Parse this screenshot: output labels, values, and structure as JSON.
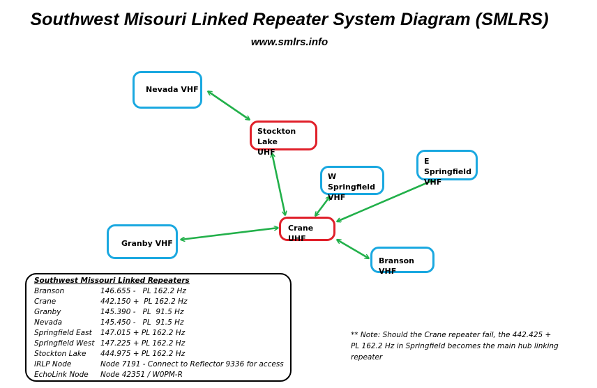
{
  "header": {
    "title": "Southwest Misouri Linked Repeater System Diagram (SMLRS)",
    "website": "www.smlrs.info"
  },
  "colors": {
    "vhf_border": "#1aa8e0",
    "uhf_border": "#e0202a",
    "link_line": "#22b04a"
  },
  "diagram": {
    "nodes": [
      {
        "id": "nevada",
        "label": "Nevada VHF",
        "band": "VHF"
      },
      {
        "id": "stockton",
        "label": "Stockton Lake\nUHF",
        "band": "UHF"
      },
      {
        "id": "wspring",
        "label": "W Springfield\nVHF",
        "band": "VHF"
      },
      {
        "id": "espring",
        "label": "E Springfield\nVHF",
        "band": "VHF"
      },
      {
        "id": "crane",
        "label": "Crane UHF",
        "band": "UHF"
      },
      {
        "id": "granby",
        "label": "Granby VHF",
        "band": "VHF"
      },
      {
        "id": "branson",
        "label": "Branson VHF",
        "band": "VHF"
      }
    ],
    "links": [
      {
        "from": "nevada",
        "to": "stockton"
      },
      {
        "from": "stockton",
        "to": "crane"
      },
      {
        "from": "wspring",
        "to": "crane"
      },
      {
        "from": "espring",
        "to": "crane"
      },
      {
        "from": "granby",
        "to": "crane"
      },
      {
        "from": "branson",
        "to": "crane"
      }
    ]
  },
  "repeater_table": {
    "title": "Southwest Missouri Linked Repeaters",
    "rows": [
      {
        "location": "Branson",
        "detail": "146.655 -   PL 162.2 Hz"
      },
      {
        "location": "Crane",
        "detail": "442.150 +  PL 162.2 Hz"
      },
      {
        "location": "Granby",
        "detail": "145.390 -   PL  91.5 Hz"
      },
      {
        "location": "Nevada",
        "detail": "145.450 -   PL  91.5 Hz"
      },
      {
        "location": "Springfield East",
        "detail": "147.015 + PL 162.2 Hz"
      },
      {
        "location": "Springfield West",
        "detail": "147.225 + PL 162.2 Hz"
      },
      {
        "location": "Stockton Lake",
        "detail": "444.975 + PL 162.2 Hz"
      },
      {
        "location": "IRLP Node",
        "detail": "Node 7191 - Connect to Reflector 9336 for access"
      },
      {
        "location": "EchoLink Node",
        "detail": "Node 42351 / W0PM-R"
      }
    ]
  },
  "note": "** Note:  Should the Crane repeater fail, the 442.425 + PL 162.2 Hz in Springfield becomes the main hub linking repeater"
}
